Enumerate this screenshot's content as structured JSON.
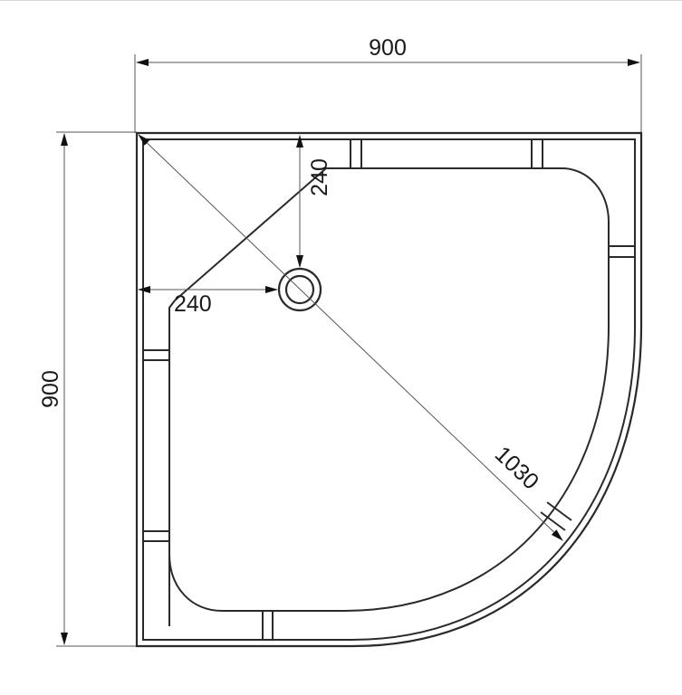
{
  "diagram": {
    "type": "quadrant shower tray technical drawing (top view)",
    "units": "mm",
    "dimensions": {
      "width": "900",
      "depth": "900",
      "drain_offset_x": "240",
      "drain_offset_y": "240",
      "diagonal": "1030"
    },
    "elements": [
      "outer-frame",
      "inner-frame",
      "tray-basin",
      "drain",
      "dimension-lines",
      "support-feet"
    ],
    "colors": {
      "line": "#2a2a2a",
      "background": "#ffffff"
    }
  }
}
